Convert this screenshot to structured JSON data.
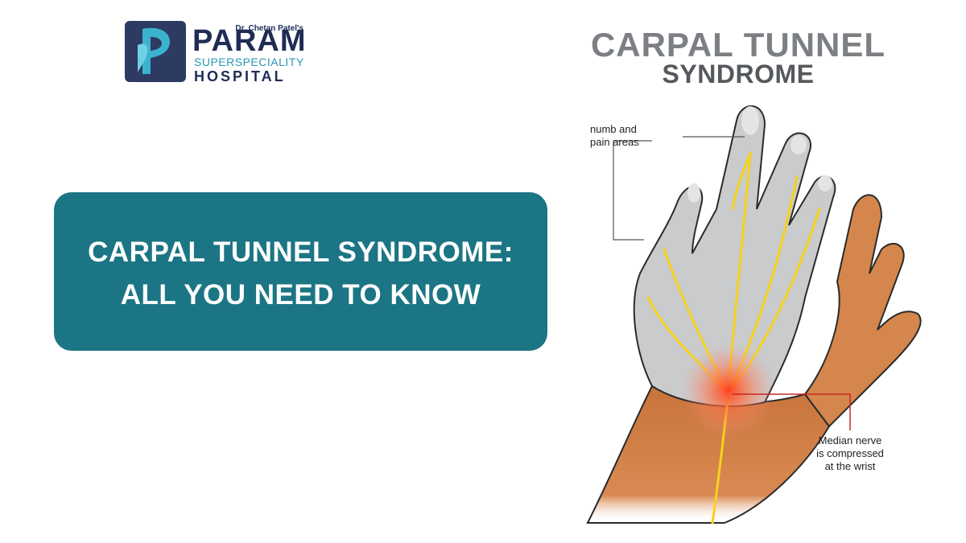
{
  "logo": {
    "small_text": "Dr. Chetan Patel's",
    "name": "PARAM",
    "sub": "SUPERSPECIALITY",
    "hospital": "HOSPITAL"
  },
  "banner": {
    "line1": "CARPAL TUNNEL SYNDROME:",
    "line2": "ALL YOU NEED TO KNOW",
    "color": "#1c7584"
  },
  "illustration": {
    "title_line1": "CARPAL TUNNEL",
    "title_line2": "SYNDROME",
    "label_numb_1": "numb and",
    "label_numb_2": "pain areas",
    "label_median_1": "Median nerve",
    "label_median_2": "is compressed",
    "label_median_3": "at the wrist"
  }
}
